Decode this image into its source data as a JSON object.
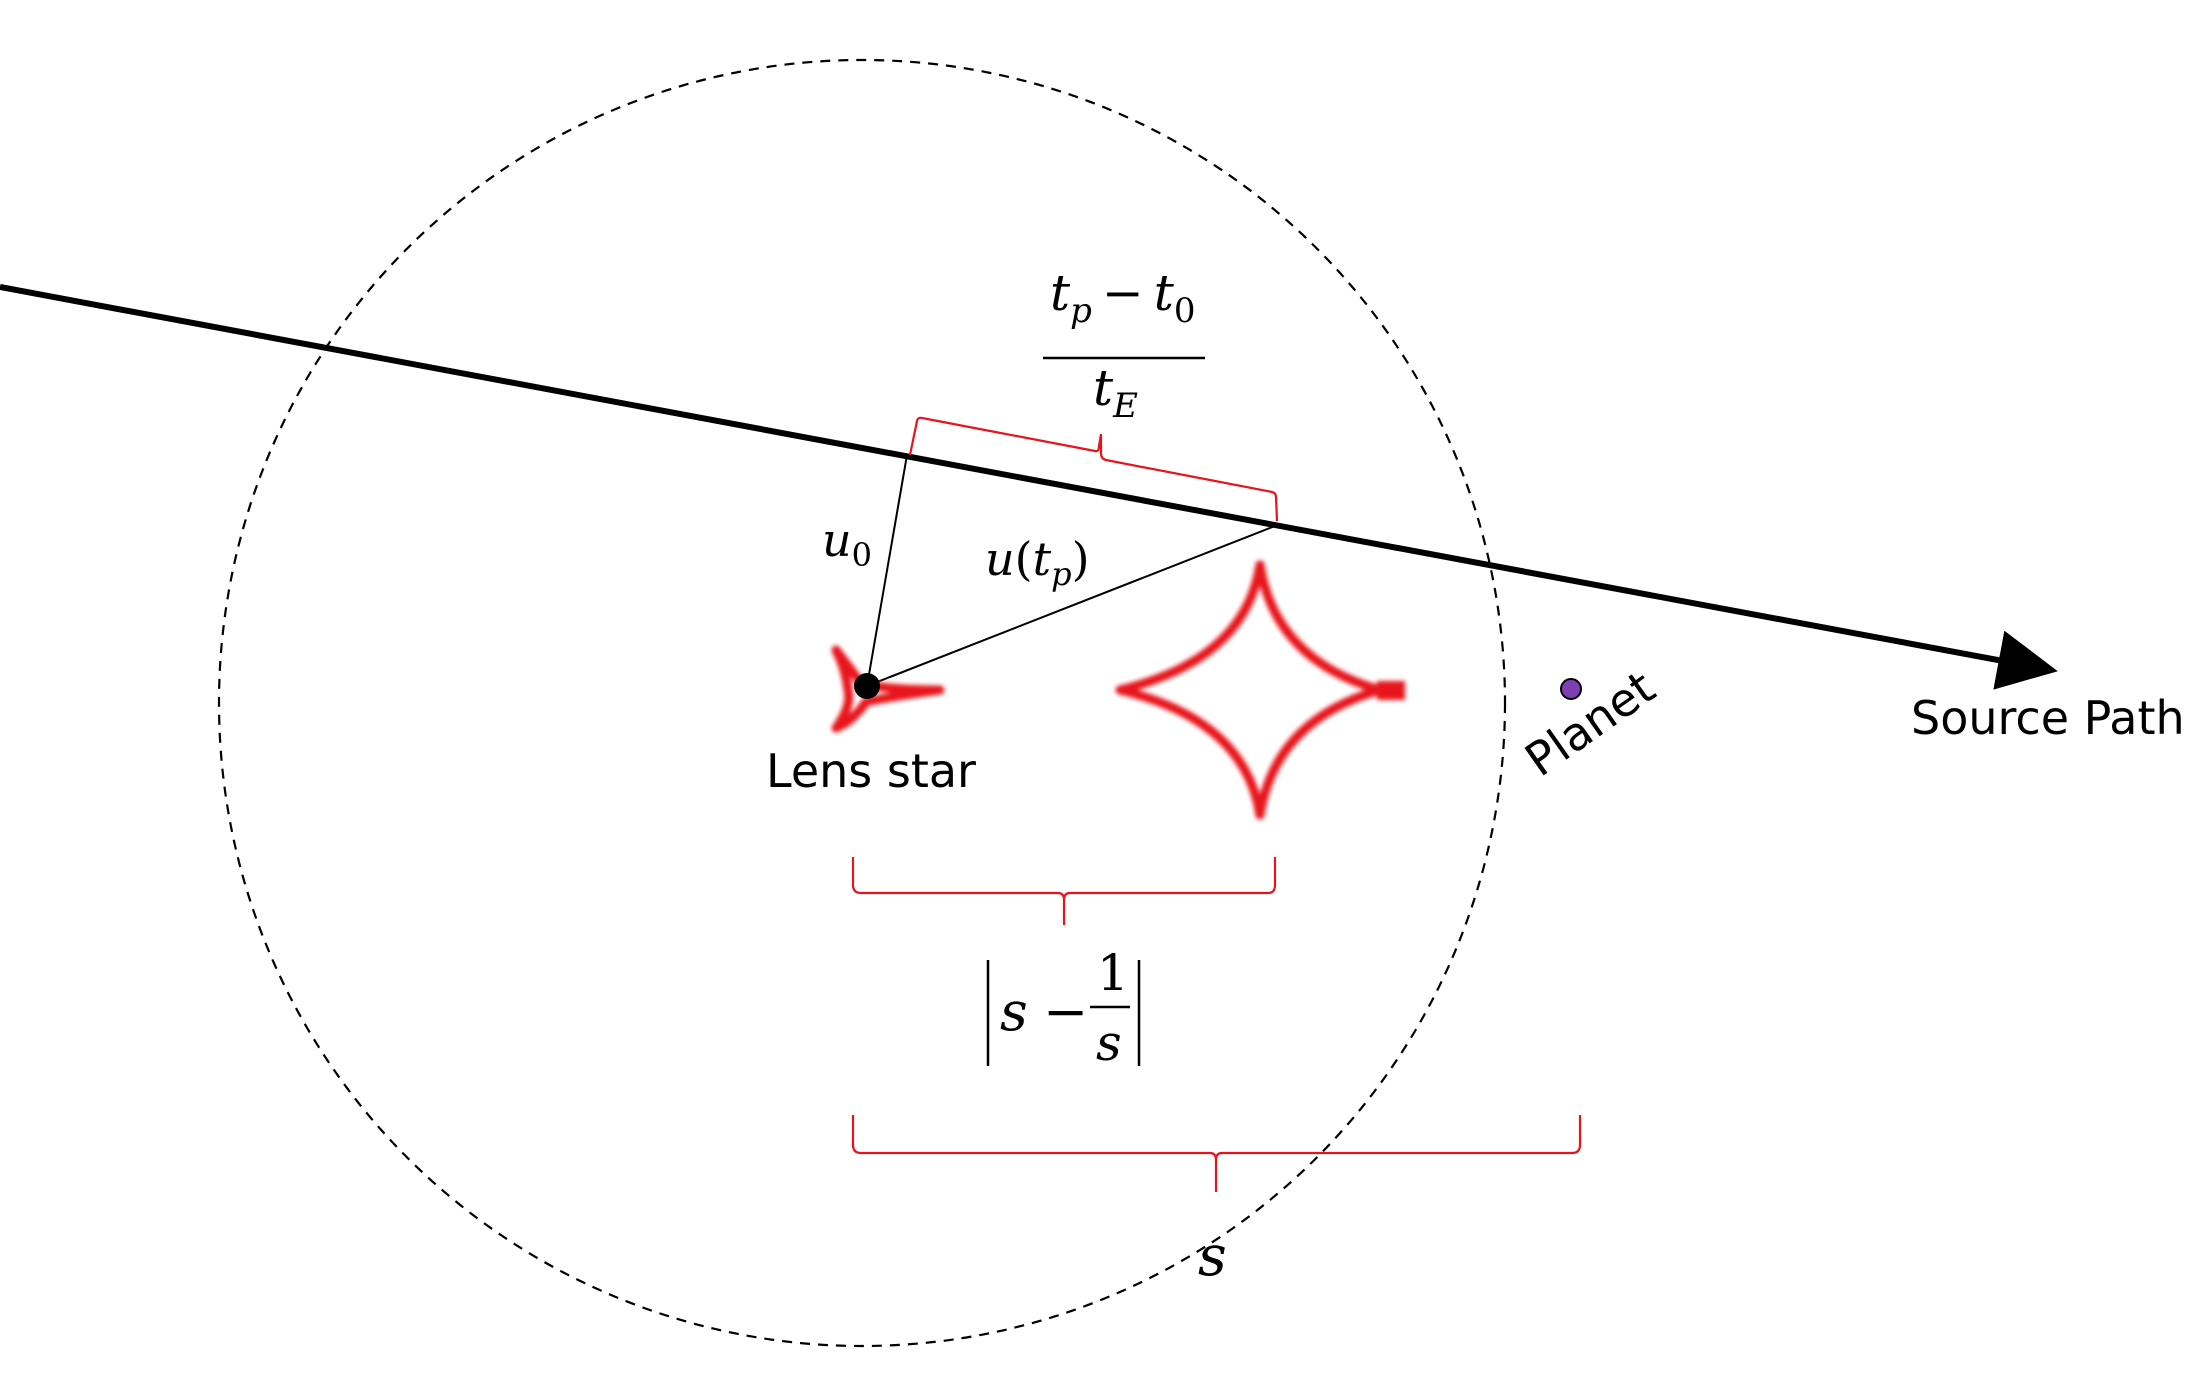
{
  "labels": {
    "source_path": "Source Path",
    "lens_star": "Lens star",
    "planet": "Planet"
  },
  "math": {
    "u0_base": "u",
    "u0_sub": "0",
    "u_tp_u": "u",
    "u_tp_open": "(",
    "u_tp_t": "t",
    "u_tp_sub": "p",
    "u_tp_close": ")",
    "frac_num_t1": "t",
    "frac_num_sub1": "p",
    "frac_num_minus": "−",
    "frac_num_t2": "t",
    "frac_num_sub2": "0",
    "frac_den_t": "t",
    "frac_den_sub": "E",
    "abs_s": "s",
    "abs_minus": "−",
    "abs_one": "1",
    "abs_den_s": "s",
    "s_label": "s"
  },
  "colors": {
    "bracket": "#e8141b",
    "caustic": "#e8141b",
    "planet_fill": "#7e3fb3",
    "lens_star": "#000000",
    "lines": "#000000"
  }
}
